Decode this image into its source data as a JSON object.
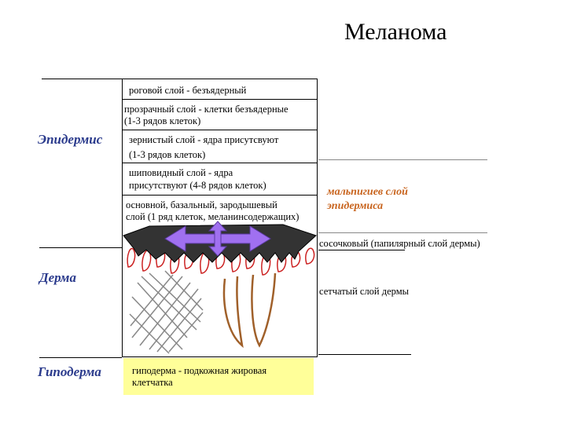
{
  "title": "Меланома",
  "sections": {
    "epidermis": "Эпидермис",
    "dermis": "Дерма",
    "hypodermis": "Гиподерма"
  },
  "layers": {
    "corneum": "роговой слой - безъядерный",
    "lucidum_1": "прозрачный слой - клетки безъядерные",
    "lucidum_2": "(1-3 рядов клеток)",
    "granulosum_1": "зернистый слой - ядра присутсвуют",
    "granulosum_2": "(1-3 рядов клеток)",
    "spinosum_1": "шиповидный слой - ядра",
    "spinosum_2": "присутствуют (4-8 рядов клеток)",
    "basale_1": "основной, базальный, зародышевый",
    "basale_2": "слой (1 ряд клеток, меланинсодержащих)",
    "papillary": "сосочковый (папилярный слой дермы)",
    "reticular": "сетчатый слой дермы",
    "hypo_1": "гиподерма - подкожная жировая",
    "hypo_2": "клетчатка"
  },
  "malpighian": {
    "line1": "мальпигиев слой",
    "line2": "эпидермиса"
  },
  "colors": {
    "section_label": "#2a3a8c",
    "malpighian_label": "#c8641e",
    "hypodermis_fill": "#ffff99",
    "melanoma_body": "#333333",
    "arrow": "#a070f0",
    "papillae": "#cc2222",
    "follicle": "#a0602a",
    "fibers": "#888888"
  }
}
